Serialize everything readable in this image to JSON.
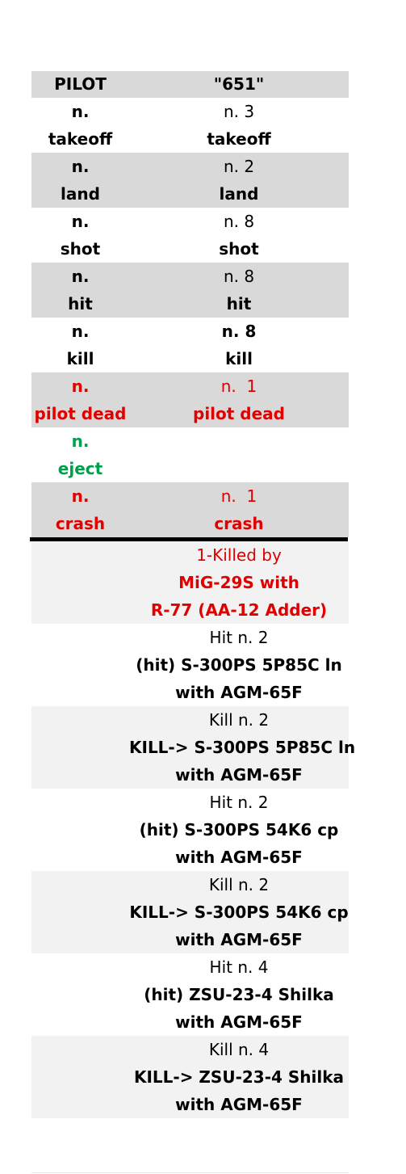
{
  "header": {
    "col1": "PILOT",
    "col2": "\"651\""
  },
  "stats": [
    {
      "label_n": "n.",
      "label_name": "takeoff",
      "value_n": "n. 3",
      "value_name": "takeoff"
    },
    {
      "label_n": "n.",
      "label_name": "land",
      "value_n": "n. 2",
      "value_name": "land"
    },
    {
      "label_n": "n.",
      "label_name": "shot",
      "value_n": "n. 8",
      "value_name": "shot"
    },
    {
      "label_n": "n.",
      "label_name": "hit",
      "value_n": "n. 8",
      "value_name": "hit"
    },
    {
      "label_n": "n.",
      "label_name": "kill",
      "value_n": "n. 8",
      "value_name": "kill"
    },
    {
      "label_n": "n.",
      "label_name": "pilot dead",
      "value_n": "n.  1",
      "value_name": "pilot dead"
    },
    {
      "label_n": "n.",
      "label_name": "eject",
      "value_n": "",
      "value_name": ""
    },
    {
      "label_n": "n.",
      "label_name": "crash",
      "value_n": "n.  1",
      "value_name": "crash"
    }
  ],
  "events": [
    {
      "line1": "1-Killed by",
      "line2": "MiG-29S with",
      "line3": "R-77 (AA-12 Adder)"
    },
    {
      "line1": "Hit n. 2",
      "line2": "(hit) S-300PS 5P85C ln",
      "line3": "with AGM-65F"
    },
    {
      "line1": "Kill n. 2",
      "line2": "KILL-> S-300PS 5P85C ln",
      "line3": "with AGM-65F"
    },
    {
      "line1": "Hit n. 2",
      "line2": "(hit) S-300PS 54K6 cp",
      "line3": "with AGM-65F"
    },
    {
      "line1": "Kill n. 2",
      "line2": "KILL-> S-300PS 54K6 cp",
      "line3": "with AGM-65F"
    },
    {
      "line1": "Hit n. 4",
      "line2": "(hit) ZSU-23-4 Shilka",
      "line3": "with AGM-65F"
    },
    {
      "line1": "Kill n. 4",
      "line2": "KILL-> ZSU-23-4 Shilka",
      "line3": "with AGM-65F"
    }
  ],
  "colors": {
    "red": "#e00000",
    "green": "#00a04a",
    "gray_band": "#d9d9d9",
    "light_band": "#f2f2f2"
  }
}
